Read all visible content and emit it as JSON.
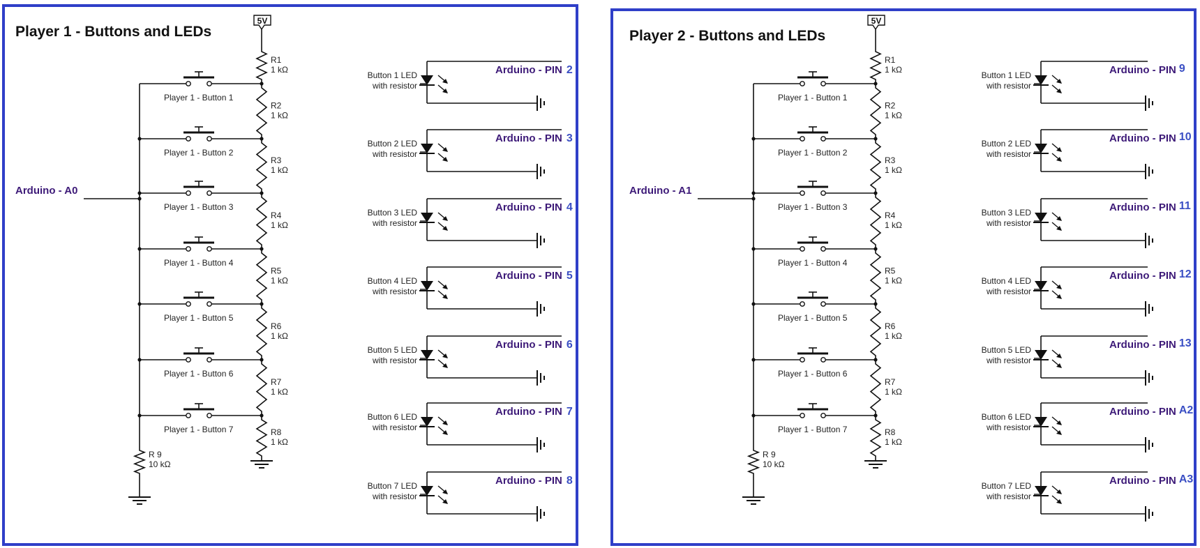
{
  "colors": {
    "frame": "#2f3fc8",
    "pin_label": "#3d1a78",
    "pin_number": "#3a4fc4",
    "wire": "#111111"
  },
  "icons": [
    "supply-5v-icon",
    "resistor-icon",
    "push-button-icon",
    "led-icon",
    "ground-icon"
  ],
  "panels": [
    {
      "title": "Player 1 - Buttons and LEDs",
      "supply": "5V",
      "analog_input": "Arduino - A0",
      "buttons": [
        "Player 1 - Button 1",
        "Player 1 - Button 2",
        "Player 1 - Button 3",
        "Player 1 - Button 4",
        "Player 1 - Button 5",
        "Player 1 - Button 6",
        "Player 1 - Button 7"
      ],
      "resistors": [
        {
          "name": "R1",
          "value": "1 kΩ"
        },
        {
          "name": "R2",
          "value": "1  kΩ"
        },
        {
          "name": "R3",
          "value": "1  kΩ"
        },
        {
          "name": "R4",
          "value": "1  kΩ"
        },
        {
          "name": "R5",
          "value": "1  kΩ"
        },
        {
          "name": "R6",
          "value": "1  kΩ"
        },
        {
          "name": "R7",
          "value": "1  kΩ"
        },
        {
          "name": "R8",
          "value": "1  kΩ"
        }
      ],
      "pulldown": {
        "name": "R 9",
        "value": "10 kΩ"
      },
      "leds": [
        {
          "line1": "Button 1 LED",
          "line2": "with resistor",
          "pin_prefix": "Arduino - PIN",
          "pin": "2"
        },
        {
          "line1": "Button 2 LED",
          "line2": "with resistor",
          "pin_prefix": "Arduino - PIN",
          "pin": "3"
        },
        {
          "line1": "Button 3 LED",
          "line2": "with resistor",
          "pin_prefix": "Arduino - PIN",
          "pin": "4"
        },
        {
          "line1": "Button 4 LED",
          "line2": "with resistor",
          "pin_prefix": "Arduino - PIN",
          "pin": "5"
        },
        {
          "line1": "Button 5 LED",
          "line2": "with resistor",
          "pin_prefix": "Arduino - PIN",
          "pin": "6"
        },
        {
          "line1": "Button 6 LED",
          "line2": "with resistor",
          "pin_prefix": "Arduino - PIN",
          "pin": "7"
        },
        {
          "line1": "Button 7 LED",
          "line2": "with resistor",
          "pin_prefix": "Arduino - PIN",
          "pin": "8"
        }
      ]
    },
    {
      "title": "Player 2 - Buttons and LEDs",
      "supply": "5V",
      "analog_input": "Arduino - A1",
      "buttons": [
        "Player 1 - Button 1",
        "Player 1 - Button 2",
        "Player 1 - Button 3",
        "Player 1 - Button 4",
        "Player 1 - Button 5",
        "Player 1 - Button 6",
        "Player 1 - Button 7"
      ],
      "resistors": [
        {
          "name": "R1",
          "value": "1 kΩ"
        },
        {
          "name": "R2",
          "value": "1  kΩ"
        },
        {
          "name": "R3",
          "value": "1  kΩ"
        },
        {
          "name": "R4",
          "value": "1  kΩ"
        },
        {
          "name": "R5",
          "value": "1  kΩ"
        },
        {
          "name": "R6",
          "value": "1  kΩ"
        },
        {
          "name": "R7",
          "value": "1  kΩ"
        },
        {
          "name": "R8",
          "value": "1  kΩ"
        }
      ],
      "pulldown": {
        "name": "R 9",
        "value": "10 kΩ"
      },
      "leds": [
        {
          "line1": "Button 1 LED",
          "line2": "with resistor",
          "pin_prefix": "Arduino - PIN",
          "pin": "9"
        },
        {
          "line1": "Button 2 LED",
          "line2": "with resistor",
          "pin_prefix": "Arduino - PIN",
          "pin": "10"
        },
        {
          "line1": "Button 3 LED",
          "line2": "with resistor",
          "pin_prefix": "Arduino - PIN",
          "pin": "11"
        },
        {
          "line1": "Button 4 LED",
          "line2": "with resistor",
          "pin_prefix": "Arduino - PIN",
          "pin": "12"
        },
        {
          "line1": "Button 5 LED",
          "line2": "with resistor",
          "pin_prefix": "Arduino - PIN",
          "pin": "13"
        },
        {
          "line1": "Button 6 LED",
          "line2": "with resistor",
          "pin_prefix": "Arduino - PIN",
          "pin": "A2"
        },
        {
          "line1": "Button 7 LED",
          "line2": "with resistor",
          "pin_prefix": "Arduino - PIN",
          "pin": "A3"
        }
      ]
    }
  ]
}
